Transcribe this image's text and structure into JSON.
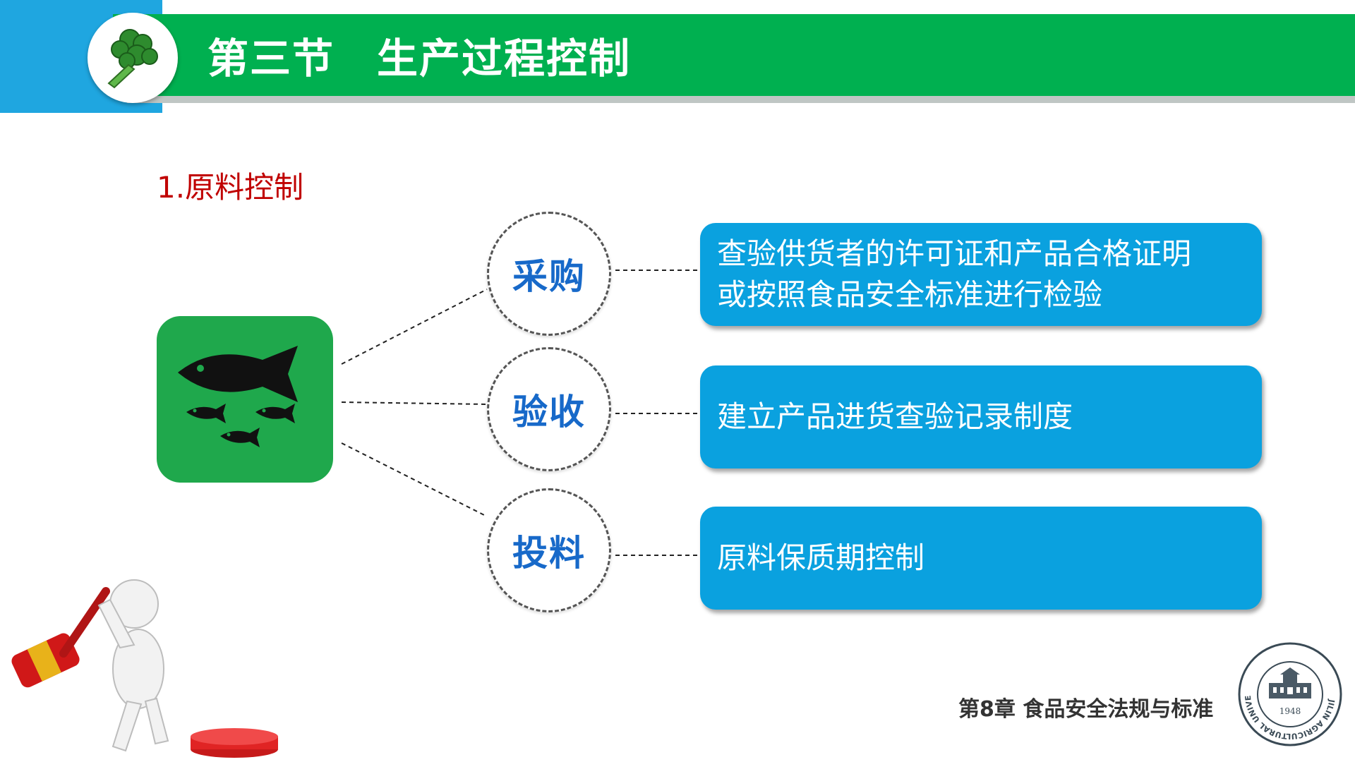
{
  "header": {
    "title": "第三节　生产过程控制",
    "logo_icon": "broccoli-icon"
  },
  "section": {
    "heading": "1.原料控制",
    "image_icon": "fish-icon"
  },
  "steps": [
    {
      "label": "采购",
      "description": [
        "查验供货者的许可证和产品合格证明",
        "或按照食品安全标准进行检验"
      ]
    },
    {
      "label": "验收",
      "description": [
        "建立产品进货查验记录制度"
      ]
    },
    {
      "label": "投料",
      "description": [
        "原料保质期控制"
      ]
    }
  ],
  "footer": {
    "chapter": "第8章  食品安全法规与标准",
    "seal": {
      "year": "1948",
      "ring_text": "JILIN AGRICULTURAL UNIVERSITY"
    }
  },
  "decor": {
    "gavel_figure": "gavel-figure-icon"
  },
  "colors": {
    "header_green": "#00b050",
    "header_blue": "#1fa6e0",
    "box_blue": "#0aa1df",
    "step_text": "#1769c9",
    "heading_red": "#c00000",
    "tile_green": "#1fa84c"
  }
}
